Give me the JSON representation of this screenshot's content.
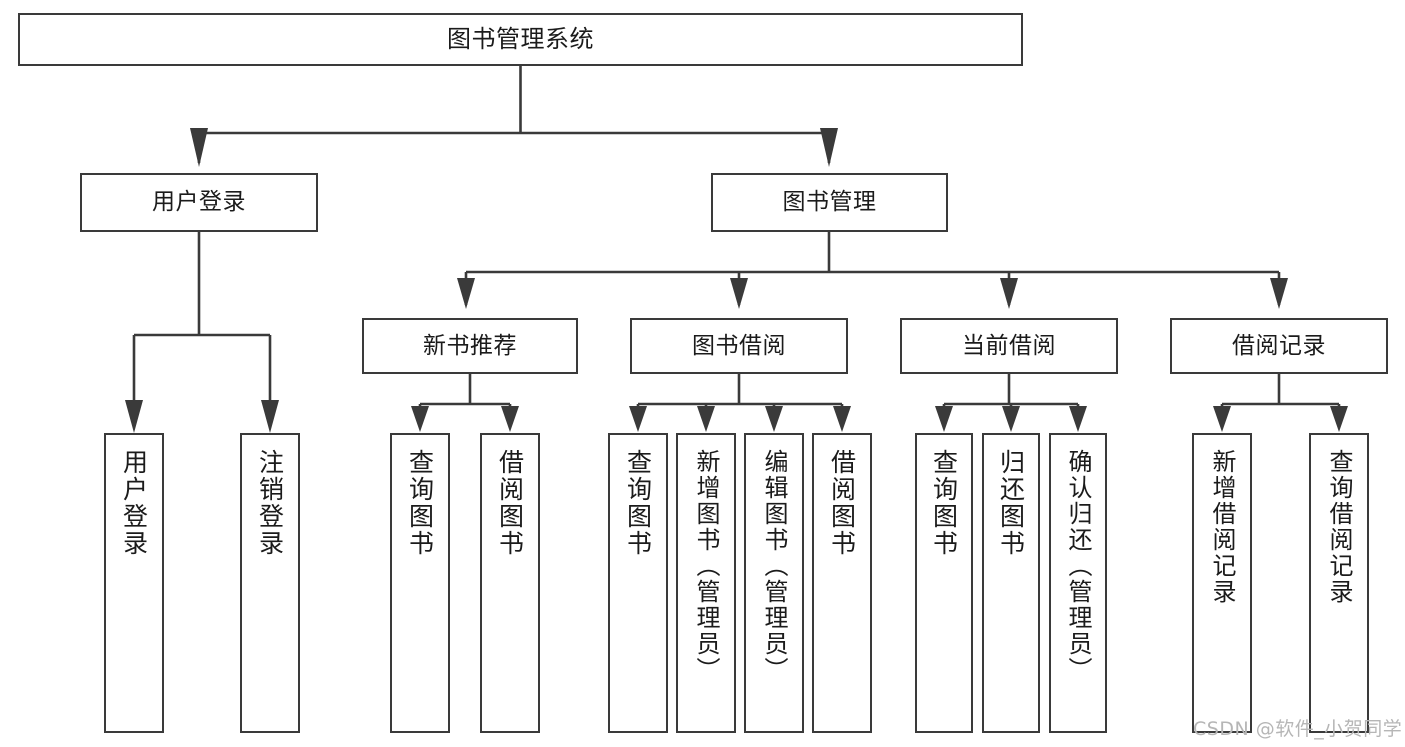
{
  "diagram": {
    "title": "图书管理系统",
    "type": "tree-hierarchy",
    "style": {
      "background": "#ffffff",
      "box_border": "#3a3a3a",
      "box_fill": "#ffffff",
      "line_color": "#3a3a3a",
      "text_color": "#1b1b1b",
      "watermark_color": "#b6b6b6"
    },
    "root": {
      "label": "图书管理系统",
      "orientation": "horizontal"
    },
    "level2": [
      {
        "label": "用户登录",
        "orientation": "horizontal"
      },
      {
        "label": "图书管理",
        "orientation": "horizontal"
      }
    ],
    "level3": [
      {
        "label": "新书推荐",
        "orientation": "horizontal"
      },
      {
        "label": "图书借阅",
        "orientation": "horizontal"
      },
      {
        "label": "当前借阅",
        "orientation": "horizontal"
      },
      {
        "label": "借阅记录",
        "orientation": "horizontal"
      }
    ],
    "leaves": {
      "user_login": [
        {
          "label": "用户登录",
          "orientation": "vertical"
        },
        {
          "label": "注销登录",
          "orientation": "vertical"
        }
      ],
      "new_book_recommend": [
        {
          "label": "查询图书",
          "orientation": "vertical"
        },
        {
          "label": "借阅图书",
          "orientation": "vertical"
        }
      ],
      "book_borrow": [
        {
          "label": "查询图书",
          "orientation": "vertical"
        },
        {
          "label": "新增图书（管理员）",
          "orientation": "vertical"
        },
        {
          "label": "编辑图书（管理员）",
          "orientation": "vertical"
        },
        {
          "label": "借阅图书",
          "orientation": "vertical"
        }
      ],
      "current_borrow": [
        {
          "label": "查询图书",
          "orientation": "vertical"
        },
        {
          "label": "归还图书",
          "orientation": "vertical"
        },
        {
          "label": "确认归还（管理员）",
          "orientation": "vertical"
        }
      ],
      "borrow_record": [
        {
          "label": "新增借阅记录",
          "orientation": "vertical"
        },
        {
          "label": "查询借阅记录",
          "orientation": "vertical"
        }
      ]
    },
    "watermark": "CSDN @软件_小贺同学"
  }
}
